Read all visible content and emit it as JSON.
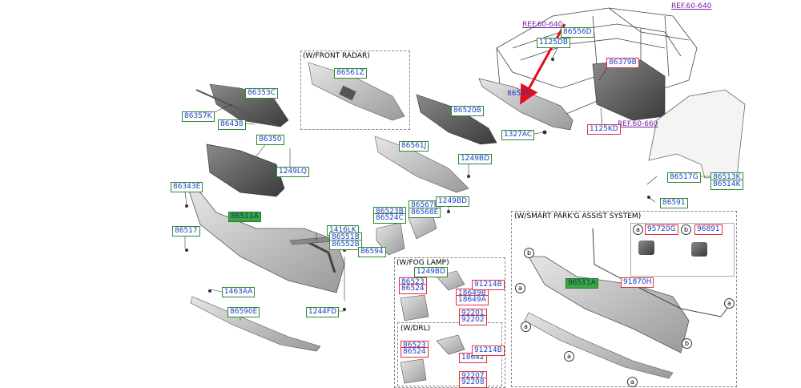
{
  "box_titles": {
    "front_radar": "(W/FRONT RADAR)",
    "fog_lamp": "(W/FOG LAMP)",
    "drl": "(W/DRL)",
    "smart_park": "(W/SMART PARK'G ASSIST SYSTEM)"
  },
  "refs": [
    "REF.60-640",
    "REF.60-640",
    "REF.60-660"
  ],
  "labels": [
    "86353C",
    "86357K",
    "86438",
    "86350",
    "1249LQ",
    "86343E",
    "86511A",
    "86517",
    "1416LK",
    "86551B",
    "86552B",
    "86594",
    "1463AA",
    "86590E",
    "1244FD",
    "86561Z",
    "86520B",
    "86561J",
    "1249BD",
    "86523B",
    "86524C",
    "86567E",
    "86568E",
    "1249BD",
    "86556D",
    "1125DB",
    "86379B",
    "86575",
    "1327AC",
    "1125KD",
    "86517G",
    "86513K",
    "86514K",
    "86591",
    "86523",
    "86524",
    "1249BD",
    "18649B",
    "18649A",
    "91214B",
    "92201",
    "92202",
    "86523",
    "86524",
    "18642",
    "91214B",
    "92207",
    "92208",
    "86511A",
    "91870H",
    "95720G",
    "96891"
  ],
  "callouts": [
    "a",
    "b",
    "a",
    "b",
    "a",
    "a",
    "a",
    "b",
    "a"
  ],
  "colors": {
    "label_text": "#1a3ec8",
    "label_border_green": "#2a8a2a",
    "label_border_red": "#e0303a",
    "ref_text": "#7a1fa8",
    "arrow": "#e0101a"
  }
}
